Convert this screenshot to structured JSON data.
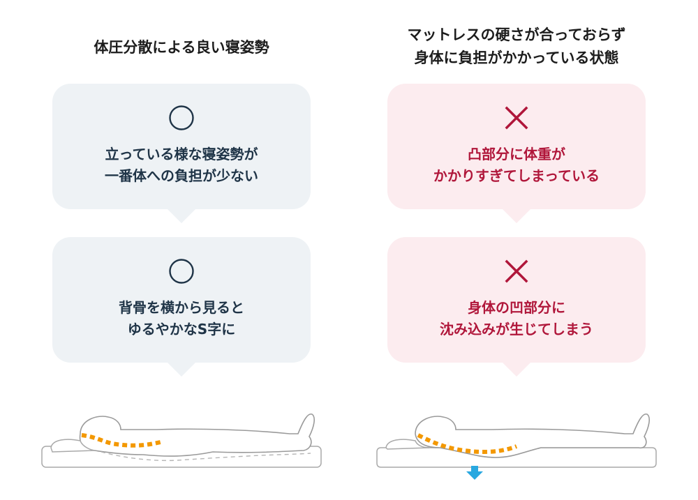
{
  "left": {
    "heading": [
      "体圧分散による良い寝姿勢"
    ],
    "points": [
      {
        "mark": "circle-icon",
        "lines": [
          "立っている様な寝姿勢が",
          "一番体への負担が少ない"
        ]
      },
      {
        "mark": "circle-icon",
        "lines": [
          "背骨を横から見ると",
          "ゆるやかなS字に"
        ]
      }
    ]
  },
  "right": {
    "heading": [
      "マットレスの硬さが合っておらず",
      "身体に負担がかかっている状態"
    ],
    "points": [
      {
        "mark": "cross-icon",
        "lines": [
          "凸部分に体重が",
          "かかりすぎてしまっている"
        ]
      },
      {
        "mark": "cross-icon",
        "lines": [
          "身体の凹部分に",
          "沈み込みが生じてしまう"
        ]
      }
    ]
  },
  "colors": {
    "good_text": "#1f3447",
    "bad_text": "#b0163a",
    "good_bubble": "#eef2f5",
    "bad_bubble": "#fcecef",
    "spine": "#f39800",
    "sink_arrow": "#29a8e0"
  }
}
